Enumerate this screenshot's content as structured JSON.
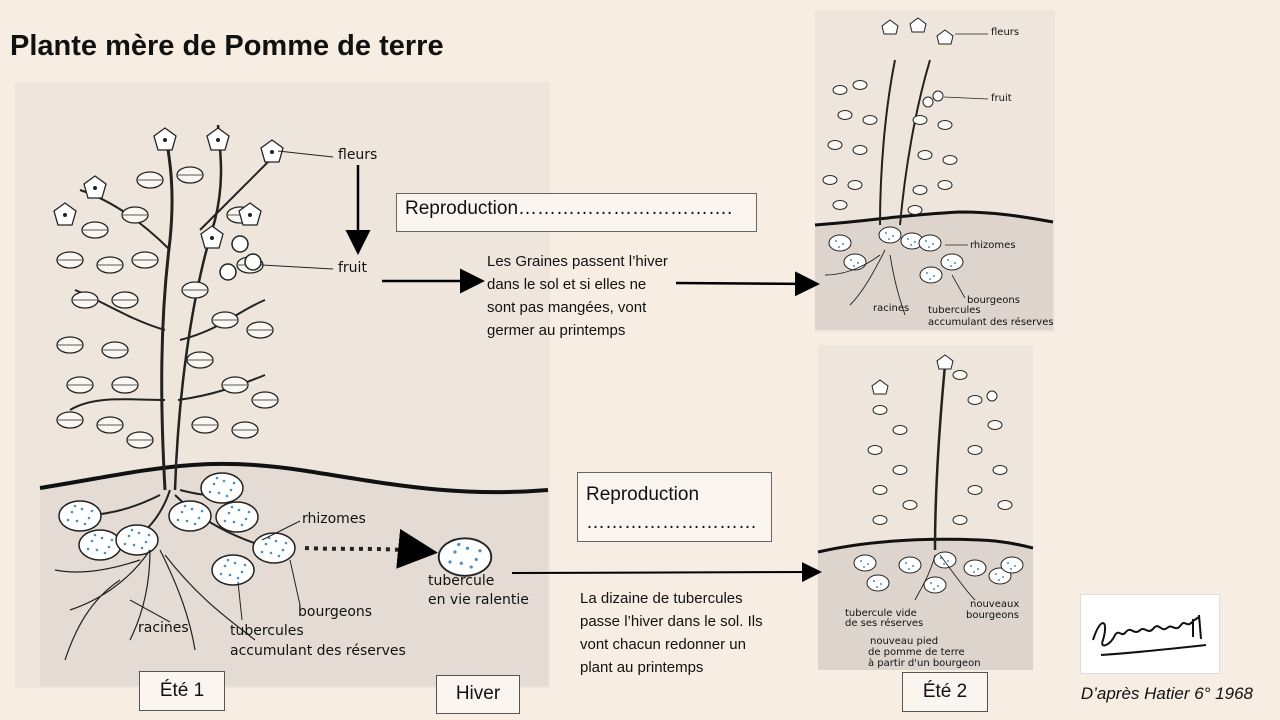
{
  "title": "Plante mère de Pomme de terre",
  "main_labels": {
    "fleurs": "fleurs",
    "fruit": "fruit",
    "rhizomes": "rhizomes",
    "racines": "racines",
    "bourgeons": "bourgeons",
    "tubercules": "tubercules",
    "accumulant": "accumulant des réserves",
    "tubercule": "tubercule",
    "vie_ralentie": "en vie ralentie"
  },
  "top_right_labels": {
    "fleurs": "fleurs",
    "fruit": "fruit",
    "rhizomes": "rhizomes",
    "bourgeons": "bourgeons",
    "racines": "racines",
    "tubercules": "tubercules",
    "accumulant": "accumulant des réserves"
  },
  "bottom_right_labels": {
    "tubercule_vide": "tubercule vide",
    "de_ses_reserves": "de ses réserves",
    "nouveaux": "nouveaux",
    "bourgeons": "bourgeons",
    "nouveau_pied": "nouveau pied",
    "de_pomme": "de pomme de terre",
    "a_partir": "à partir d'un bourgeon"
  },
  "reproduction_box_1": "Reproduction…………………………….",
  "reproduction_box_2_line1": "Reproduction",
  "reproduction_box_2_line2": "………………………",
  "note_seeds": [
    "Les Graines passent l’hiver",
    "dans le sol et si elles ne",
    "sont pas mangées, vont",
    "germer au printemps"
  ],
  "note_tubers": [
    "La dizaine de tubercules",
    "passe l’hiver dans le sol. Ils",
    "vont chacun redonner un",
    "plant au printemps"
  ],
  "seasons": {
    "ete1": "Été 1",
    "hiver": "Hiver",
    "ete2": "Été 2"
  },
  "credit": "D’après Hatier 6° 1968",
  "signature": "Byprofsvt71"
}
